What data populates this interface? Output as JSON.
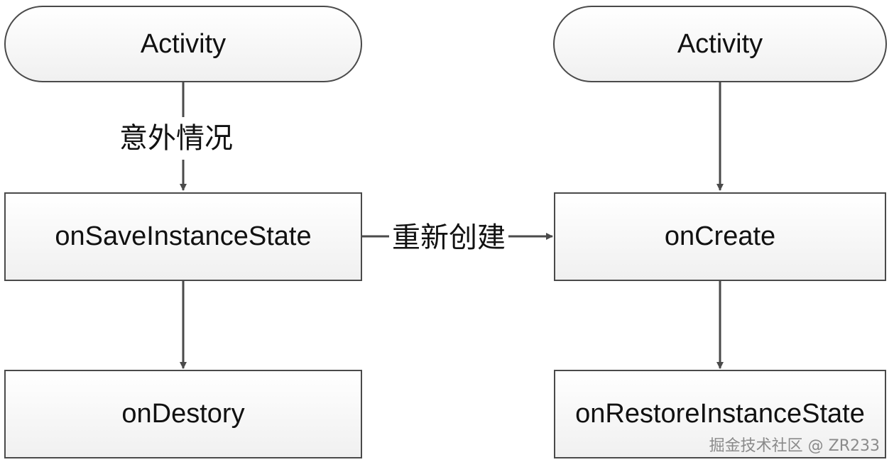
{
  "diagram": {
    "left_column": {
      "start": "Activity",
      "edge_label": "意外情况",
      "save_state": "onSaveInstanceState",
      "destroy": "onDestory"
    },
    "right_column": {
      "start": "Activity",
      "create": "onCreate",
      "restore_state": "onRestoreInstanceState"
    },
    "cross_edge_label": "重新创建"
  },
  "watermark": "掘金技术社区 @ ZR233",
  "colors": {
    "stroke": "#4a4a4a",
    "fill_top": "#ffffff",
    "fill_bottom": "#f0f0f0",
    "text": "#111111",
    "watermark": "#8a8a8a"
  }
}
